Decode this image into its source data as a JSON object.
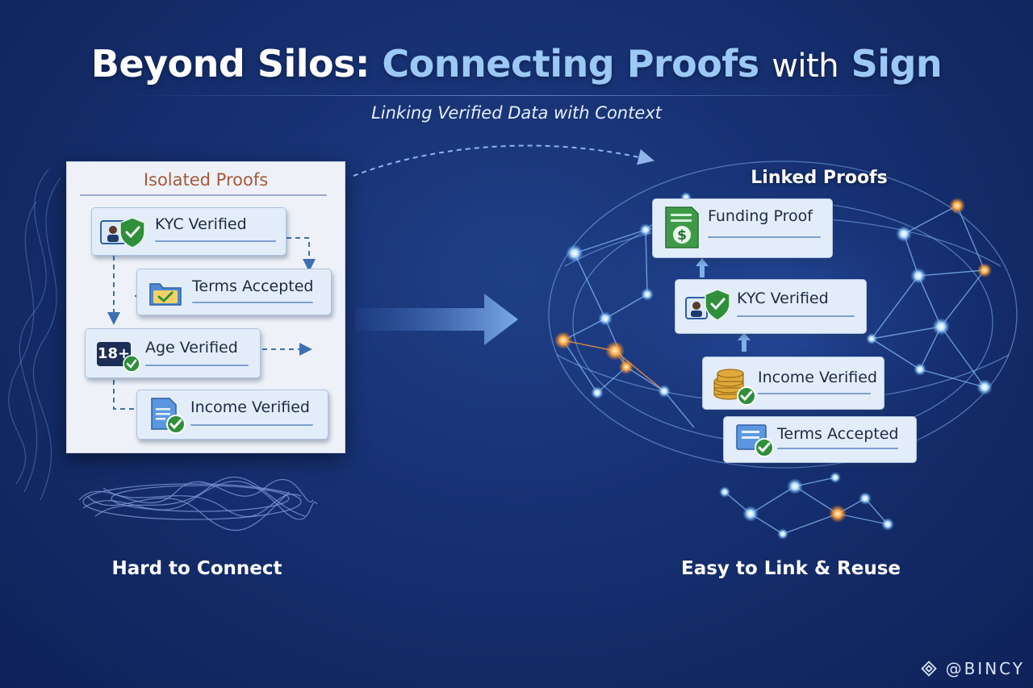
{
  "title": {
    "part1": "Beyond Silos:",
    "part2": "Connecting Proofs",
    "part3": "with",
    "part4": "Sign"
  },
  "subtitle": "Linking Verified Data with Context",
  "left": {
    "panel_title": "Isolated Proofs",
    "cards": [
      "KYC Verified",
      "Terms Accepted",
      "Age Verified",
      "Income Verified"
    ],
    "age_badge": "18+",
    "caption": "Hard to Connect"
  },
  "right": {
    "panel_title": "Linked Proofs",
    "cards": [
      "Funding Proof",
      "KYC Verified",
      "Income Verified",
      "Terms Accepted"
    ],
    "caption": "Easy to Link & Reuse"
  },
  "watermark": "@BINCY",
  "colors": {
    "background": "#163071",
    "title_accent": "#9cc8f5",
    "isolated_title": "#a4593b",
    "check_green": "#2f8f3a",
    "node_blue": "#bfe3ff",
    "node_orange": "#ff9a3c"
  }
}
